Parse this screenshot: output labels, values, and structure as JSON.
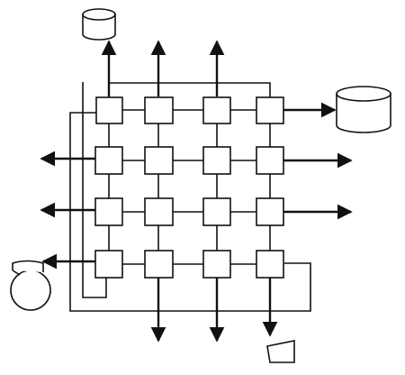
{
  "diagram": {
    "kind": "mesh-array",
    "rows": 4,
    "columns": 4,
    "peripherals": [
      {
        "name": "disk-top",
        "icon": "cylinder-icon"
      },
      {
        "name": "disk-right",
        "icon": "cylinder-icon"
      },
      {
        "name": "tape-left",
        "icon": "tape-reel-icon"
      },
      {
        "name": "terminal-bottom",
        "icon": "trapezoid-terminal-icon"
      }
    ],
    "colors": {
      "ink": "#111111",
      "fill": "#ffffff"
    }
  }
}
